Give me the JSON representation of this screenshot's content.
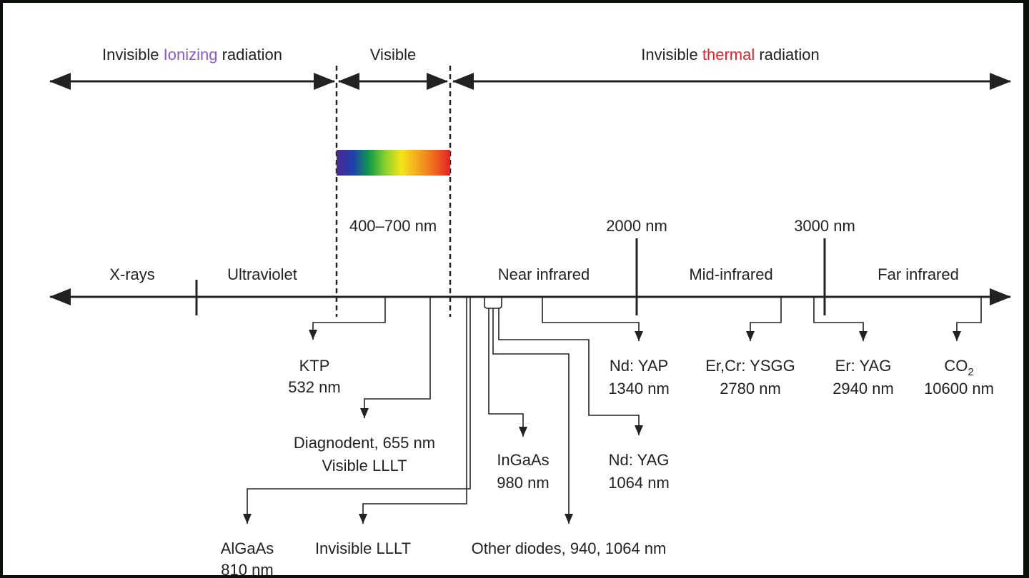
{
  "bands": {
    "ionizing": {
      "prefix": "Invisible ",
      "highlight": "Ionizing",
      "suffix": " radiation",
      "highlight_color": "#8a5ac8"
    },
    "visible": {
      "label": "Visible"
    },
    "thermal": {
      "prefix": "Invisible ",
      "highlight": "thermal",
      "suffix": " radiation",
      "highlight_color": "#e8202a"
    }
  },
  "spectrum": {
    "range_label": "400–700 nm",
    "colors": [
      "#4a2a8e",
      "#1f3fb0",
      "#0f9a4a",
      "#8ccf2a",
      "#f5e51a",
      "#f4a71e",
      "#ef6a1e",
      "#e32222"
    ]
  },
  "regions": {
    "xrays": "X-rays",
    "ultraviolet": "Ultraviolet",
    "near_infrared": "Near infrared",
    "mid_infrared": "Mid-infrared",
    "far_infrared": "Far infrared"
  },
  "markers": {
    "m2000": "2000 nm",
    "m3000": "3000 nm"
  },
  "lasers": {
    "ktp": {
      "name": "KTP",
      "wavelength": "532 nm"
    },
    "diagnodent": {
      "name": "Diagnodent, 655 nm",
      "wavelength": "Visible LLLT"
    },
    "algaas": {
      "name": "AlGaAs",
      "wavelength": "810 nm"
    },
    "invisible_lllt": {
      "name": "Invisible LLLT"
    },
    "ingaas": {
      "name": "InGaAs",
      "wavelength": "980 nm"
    },
    "other_diodes": {
      "name": "Other diodes, 940, 1064 nm"
    },
    "nd_yap": {
      "name": "Nd: YAP",
      "wavelength": "1340 nm"
    },
    "nd_yag": {
      "name": "Nd: YAG",
      "wavelength": "1064 nm"
    },
    "er_cr_ysgg": {
      "name": "Er,Cr: YSGG",
      "wavelength": "2780 nm"
    },
    "er_yag": {
      "name": "Er: YAG",
      "wavelength": "2940 nm"
    },
    "co2": {
      "name": "CO",
      "subscript": "2",
      "wavelength": "10600 nm"
    }
  },
  "colors": {
    "line": "#222222",
    "frame": "#0c110c"
  }
}
